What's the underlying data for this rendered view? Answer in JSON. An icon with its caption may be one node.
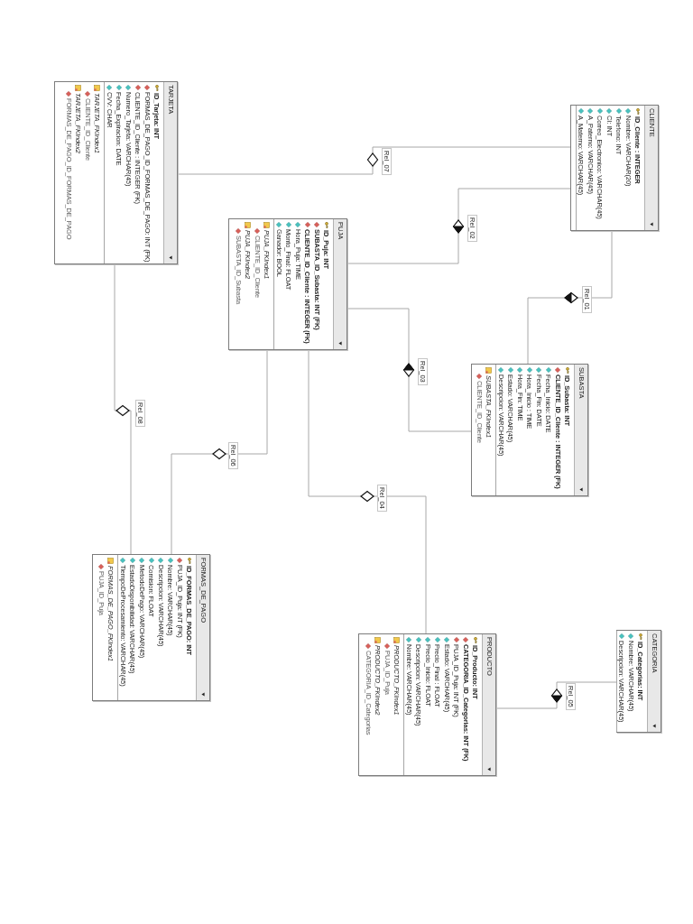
{
  "diagram": {
    "nodes": [
      {
        "text": [
          "TARJETA",
          "ID_Tarjeta: INT",
          "FORMAS_DE_PAGO_ID_FORMAS_DE_PAGO: INT (FK)",
          "CLIENTE_ID_Cliente : INTEGER (FK)",
          "Numero_Tarjeta: VARCHAR(45)",
          "Fecha_Expiracion: DATE",
          "CVV: CHAR",
          "TARJETA_FKIndex1",
          "CLIENTE_ID_Cliente",
          "TARJETA_FKIndex2",
          "FORMAS_DE_PAGO_ID_FORMAS_DE_PAGO"
        ]
      },
      {
        "text": [
          "CLIENTE",
          "ID_Cliente : INTEGER",
          "Nombre: VARCHAR(20)",
          "Telefono: INT",
          "CI: INT",
          "Correo_Electronico: VARCHAR(45)",
          "A_Paterno: VARCHAR(45)",
          "A_Materno: VARCHAR(45)"
        ]
      },
      {
        "text": [
          "PUJA",
          "ID_Puja: INT",
          "SUBASTA_ID_Subasta: INT (FK)",
          "CLIENTE_ID_Cliente : INTEGER (FK)",
          "Hora_Puja: TIME",
          "Monto_Final: FLOAT",
          "Ganador: BOOL",
          "PUJA_FKIndex1",
          "CLIENTE_ID_Cliente",
          "PUJA_FKIndex2",
          "SUBASTA_ID_Subasta"
        ]
      },
      {
        "text": [
          "SUBASTA",
          "ID_Subasta: INT",
          "CLIENTE_ID_Cliente : INTEGER (FK)",
          "Fecha_Inicio: DATE",
          "Fecha_Fin: DATE",
          "Hora_Inicio : TIME",
          "Hora_Fin: TIME",
          "Estado: VARCHAR(45)",
          "Descripcion: VARCHAR(45)",
          "SUBASTA_FKIndex1",
          "CLIENTE_ID_Cliente"
        ]
      },
      {
        "text": [
          "FORMAS_DE_PAGO",
          "ID_FORMAS_DE_PAGO: INT",
          "PUJA_ID_Puja: INT (FK)",
          "Nombre: VARCHAR(45)",
          "Descripcion: VARCHAR(45)",
          "Comision: FLOAT",
          "MetodoDePago: VARCHAR(45)",
          "EstadoDisponibilidad: VARCHAR(45)",
          "TiempoDeProcesamiento: VARCHAR(45)",
          "FORMAS_DE_PAGO_FKIndex1",
          "PUJA_ID_Puja"
        ]
      },
      {
        "text": [
          "PRODUCTO",
          "ID_Producto: INT",
          "CATEGORIA_ID_Categorias: INT (FK)",
          "PUJA_ID_Puja: INT (FK)",
          "Estado: VARCHAR(45)",
          "Precio_Final : FLOAT",
          "Precio_Inicio: FLOAT",
          "Descripcion: VARCHAR(45)",
          "Nombre: VARCHAR(45)",
          "PRODUCTO_FKIndex1",
          "PUJA_ID_Puja",
          "PRODUCTO_FKIndex2",
          "CATEGORIA_ID_Categorias"
        ]
      },
      {
        "text": [
          "CATEGORIA",
          "ID_Categorias: INT",
          "Nombre: VARCHAR(45)",
          "Descripcion: VARCHAR(45)"
        ]
      }
    ],
    "edges": [
      {
        "from": 1,
        "to": 3,
        "arrow": "to",
        "label": "Rel_01"
      },
      {
        "from": 1,
        "to": 2,
        "arrow": "to",
        "label": "Rel_02"
      },
      {
        "from": 3,
        "to": 2,
        "arrow": "to",
        "label": "Rel_03"
      },
      {
        "from": 2,
        "to": 5,
        "arrow": "none",
        "label": "Rel_04"
      },
      {
        "from": 6,
        "to": 5,
        "arrow": "to",
        "label": "Rel_05"
      },
      {
        "from": 2,
        "to": 4,
        "arrow": "none",
        "label": "Rel_06"
      },
      {
        "from": 1,
        "to": 0,
        "arrow": "none",
        "label": "Rel_07"
      },
      {
        "from": 4,
        "to": 0,
        "arrow": "none",
        "label": "Rel_08"
      }
    ]
  }
}
